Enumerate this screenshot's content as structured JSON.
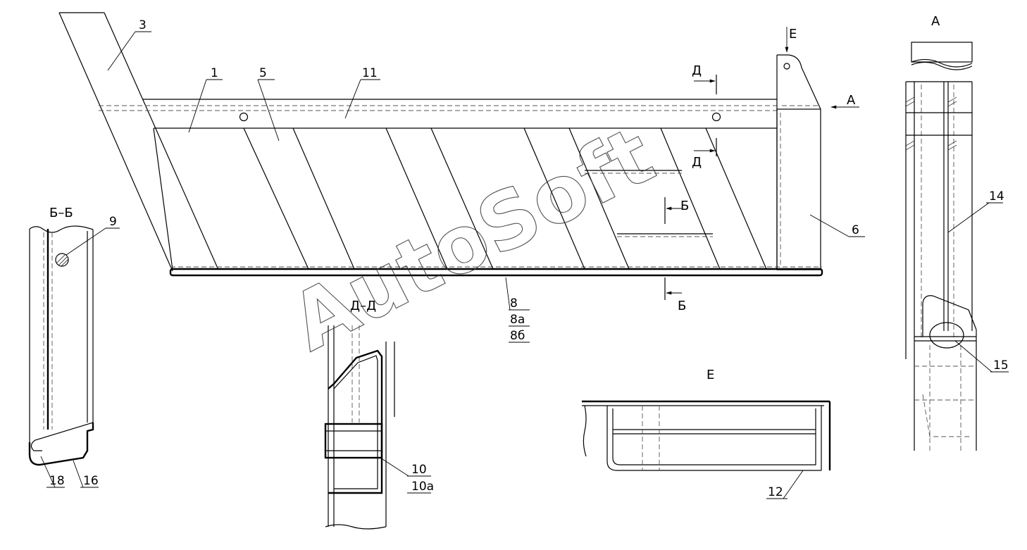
{
  "watermark": "AutoSoft",
  "views": {
    "view_b": "Б–Б",
    "view_d": "Д–Д",
    "view_e": "Е",
    "view_a": "А"
  },
  "section_markers": {
    "e": "Е",
    "a": "А",
    "d_top": "Д",
    "d_bottom": "Д",
    "b_top": "Б",
    "b_bottom": "Б"
  },
  "callouts": {
    "p1": "1",
    "p3": "3",
    "p5": "5",
    "p6": "6",
    "p8": "8",
    "p8a": "8а",
    "p8b": "8б",
    "p9": "9",
    "p10": "10",
    "p10a": "10а",
    "p11": "11",
    "p12": "12",
    "p14": "14",
    "p15": "15",
    "p16": "16",
    "p18": "18"
  }
}
